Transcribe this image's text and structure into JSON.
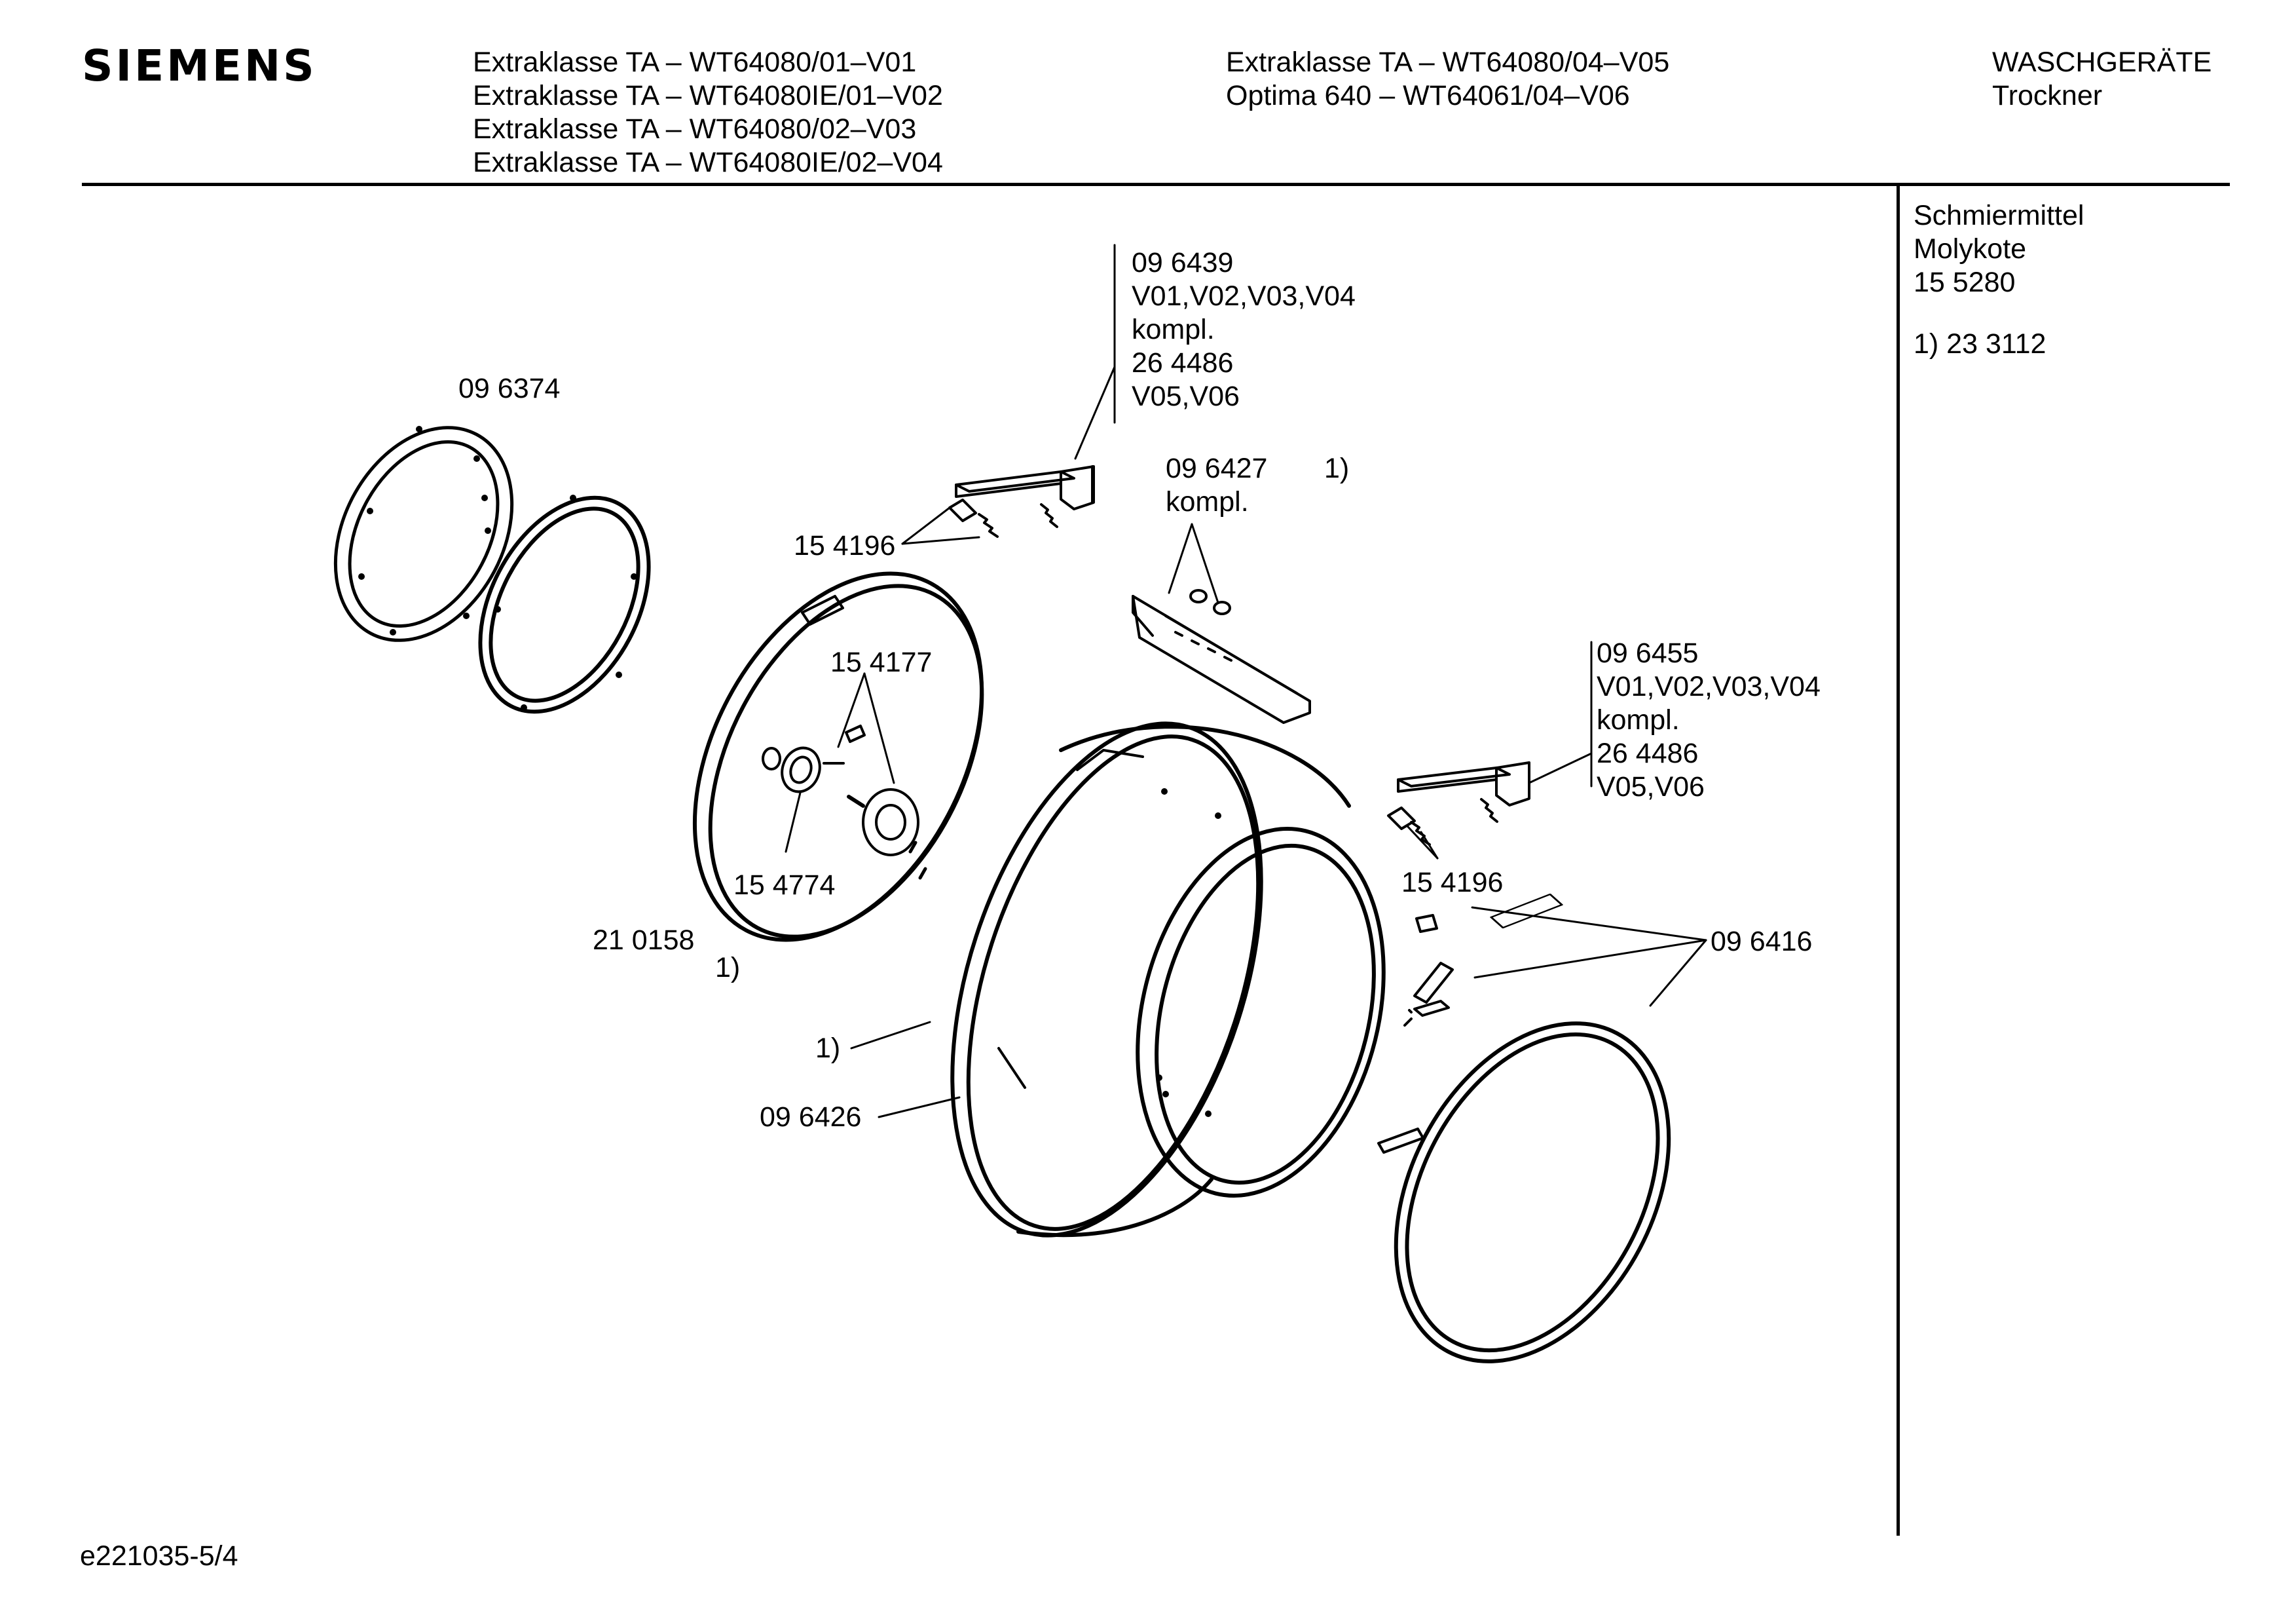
{
  "brand": "SIEMENS",
  "header": {
    "models_col1": [
      "Extraklasse TA – WT64080/01–V01",
      "Extraklasse TA – WT64080IE/01–V02",
      "Extraklasse TA – WT64080/02–V03",
      "Extraklasse TA – WT64080IE/02–V04"
    ],
    "models_col2": [
      "Extraklasse TA – WT64080/04–V05",
      "Optima 640 – WT64061/04–V06"
    ],
    "category": "WASCHGERÄTE",
    "subcategory": "Trockner"
  },
  "sidebar": {
    "lubricant_lines": [
      "Schmiermittel",
      "Molykote",
      "15 5280"
    ],
    "footnote": "1) 23 3112"
  },
  "labels": {
    "p096374": "09 6374",
    "p096439": [
      "09 6439",
      "V01,V02,V03,V04",
      "kompl.",
      "26 4486",
      "V05,V06"
    ],
    "p096427": [
      "09 6427",
      "kompl."
    ],
    "p096427_note": "1)",
    "p154196_top": "15 4196",
    "p154177": "15 4177",
    "p154774": "15 4774",
    "p210158": "21 0158",
    "p210158_note": "1)",
    "p096455": [
      "09 6455",
      "V01,V02,V03,V04",
      "kompl.",
      "26 4486",
      "V05,V06"
    ],
    "p154196_right": "15 4196",
    "p096416": "09 6416",
    "note_1": "1)",
    "p096426": "09 6426"
  },
  "footer": {
    "code": "e221035-5/4"
  }
}
